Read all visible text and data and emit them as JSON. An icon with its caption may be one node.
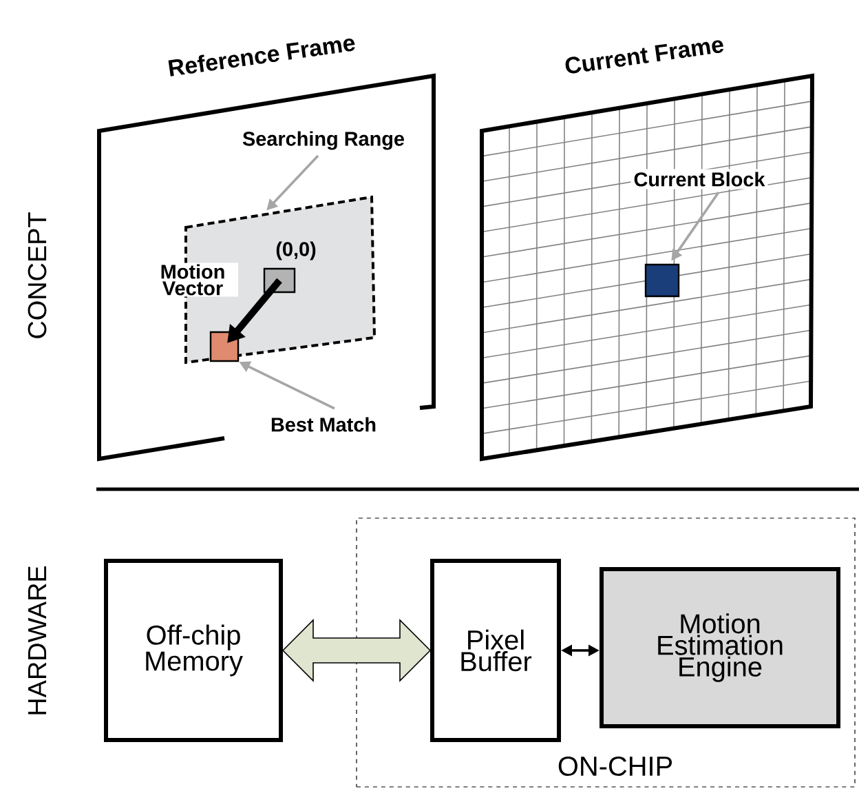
{
  "diagram": {
    "nodes": [
      {
        "text": [
          "Reference Frame"
        ]
      },
      {
        "text": [
          "Searching Range"
        ],
        "in": 0
      },
      {
        "text": [],
        "shape": "box",
        "in": 0
      },
      {
        "text": [],
        "shape": "box",
        "in": 2
      },
      {
        "text": [],
        "shape": "box",
        "in": 2
      },
      {
        "text": [
          "Best Match"
        ],
        "in": 0
      },
      {
        "text": [
          "Current Frame"
        ]
      },
      {
        "text": [
          "Current Block"
        ],
        "in": 6
      },
      {
        "text": [],
        "shape": "box",
        "in": 6
      },
      {
        "text": [
          "Off-chip Memory"
        ]
      },
      {
        "text": [
          "ON-CHIP"
        ]
      },
      {
        "text": [
          "Pixel Buffer"
        ],
        "in": 10
      },
      {
        "text": [
          "Motion Estimation Engine"
        ],
        "in": 10
      }
    ],
    "edges": [
      {
        "from": 1,
        "to": 2,
        "arrow": "to",
        "color": "#a6a6a6"
      },
      {
        "from": 3,
        "to": 4,
        "arrow": "to",
        "style": "thick",
        "color": "#000000",
        "label": "Motion Vector"
      },
      {
        "from": 5,
        "to": 4,
        "arrow": "to",
        "color": "#a6a6a6"
      },
      {
        "from": 7,
        "to": 8,
        "arrow": "to",
        "color": "#a6a6a6"
      },
      {
        "from": 9,
        "to": 11,
        "arrow": "both",
        "style": "thick",
        "color": "#dfe5cf"
      },
      {
        "from": 11,
        "to": 12,
        "arrow": "both",
        "color": "#000000"
      }
    ],
    "labels": [
      "CONCEPT",
      "(0,0)",
      "HARDWARE"
    ]
  }
}
